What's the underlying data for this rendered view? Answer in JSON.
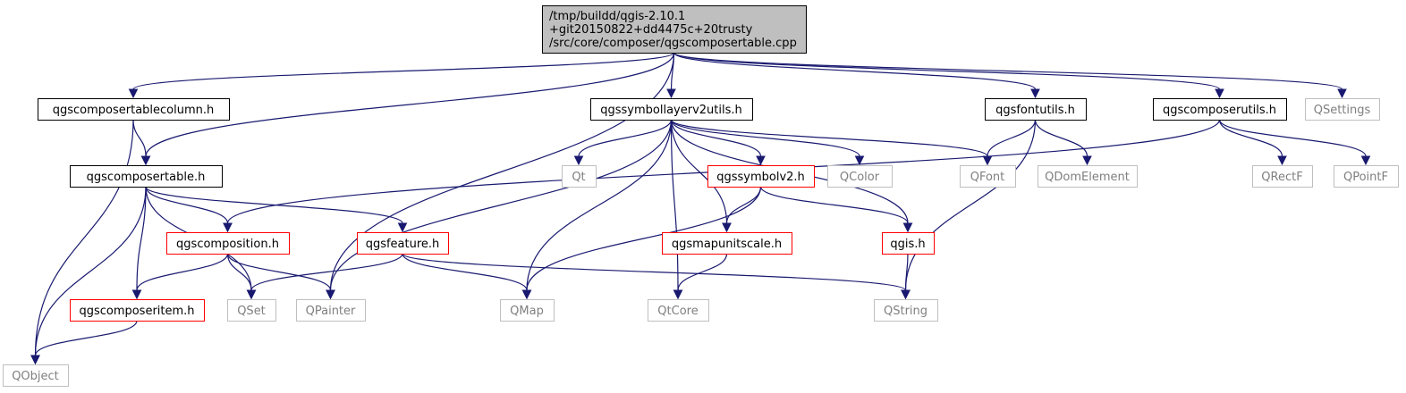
{
  "colors": {
    "edge": "#191970",
    "root_fill": "#bfbfbf",
    "root_border": "#000000",
    "doc_border": "#000000",
    "undoc_border": "#ff0000",
    "external_border": "#bfbfbf",
    "text": "#000000",
    "external_text": "#7f7f7f"
  },
  "nodes": [
    {
      "id": "root",
      "kind": "root",
      "lines": [
        "/tmp/buildd/qgis-2.10.1",
        "+git20150822+dd4475c+20trusty",
        "/src/core/composer/qgscomposertable.cpp"
      ]
    },
    {
      "id": "qgscomposertablecolumn_h",
      "kind": "doc",
      "label": "qgscomposertablecolumn.h"
    },
    {
      "id": "qgssymbollayerv2utils_h",
      "kind": "doc",
      "label": "qgssymbollayerv2utils.h"
    },
    {
      "id": "qgsfontutils_h",
      "kind": "doc",
      "label": "qgsfontutils.h"
    },
    {
      "id": "qgscomposerutils_h",
      "kind": "doc",
      "label": "qgscomposerutils.h"
    },
    {
      "id": "QSettings",
      "kind": "external",
      "label": "QSettings"
    },
    {
      "id": "qgscomposertable_h",
      "kind": "doc",
      "label": "qgscomposertable.h"
    },
    {
      "id": "Qt",
      "kind": "external",
      "label": "Qt"
    },
    {
      "id": "qgssymbolv2_h",
      "kind": "undoc",
      "label": "qgssymbolv2.h"
    },
    {
      "id": "QColor",
      "kind": "external",
      "label": "QColor"
    },
    {
      "id": "QFont",
      "kind": "external",
      "label": "QFont"
    },
    {
      "id": "QDomElement",
      "kind": "external",
      "label": "QDomElement"
    },
    {
      "id": "QRectF",
      "kind": "external",
      "label": "QRectF"
    },
    {
      "id": "QPointF",
      "kind": "external",
      "label": "QPointF"
    },
    {
      "id": "qgscomposition_h",
      "kind": "undoc",
      "label": "qgscomposition.h"
    },
    {
      "id": "qgsfeature_h",
      "kind": "undoc",
      "label": "qgsfeature.h"
    },
    {
      "id": "qgsmapunitscale_h",
      "kind": "undoc",
      "label": "qgsmapunitscale.h"
    },
    {
      "id": "qgis_h",
      "kind": "undoc",
      "label": "qgis.h"
    },
    {
      "id": "qgscomposeritem_h",
      "kind": "undoc",
      "label": "qgscomposeritem.h"
    },
    {
      "id": "QSet",
      "kind": "external",
      "label": "QSet"
    },
    {
      "id": "QPainter",
      "kind": "external",
      "label": "QPainter"
    },
    {
      "id": "QMap",
      "kind": "external",
      "label": "QMap"
    },
    {
      "id": "QtCore",
      "kind": "external",
      "label": "QtCore"
    },
    {
      "id": "QString",
      "kind": "external",
      "label": "QString"
    },
    {
      "id": "QObject",
      "kind": "external",
      "label": "QObject"
    }
  ],
  "edges": [
    [
      "root",
      "qgscomposertablecolumn_h"
    ],
    [
      "root",
      "qgscomposertable_h"
    ],
    [
      "root",
      "QPainter"
    ],
    [
      "root",
      "qgssymbollayerv2utils_h"
    ],
    [
      "root",
      "qgsfontutils_h"
    ],
    [
      "root",
      "qgscomposerutils_h"
    ],
    [
      "root",
      "QSettings"
    ],
    [
      "qgscomposertablecolumn_h",
      "qgscomposertable_h"
    ],
    [
      "qgscomposertablecolumn_h",
      "QObject"
    ],
    [
      "qgscomposertable_h",
      "qgscomposition_h"
    ],
    [
      "qgscomposertable_h",
      "qgsfeature_h"
    ],
    [
      "qgscomposertable_h",
      "qgscomposeritem_h"
    ],
    [
      "qgscomposertable_h",
      "QSet"
    ],
    [
      "qgscomposertable_h",
      "QObject"
    ],
    [
      "qgssymbollayerv2utils_h",
      "Qt"
    ],
    [
      "qgssymbollayerv2utils_h",
      "qgssymbolv2_h"
    ],
    [
      "qgssymbollayerv2utils_h",
      "QColor"
    ],
    [
      "qgssymbollayerv2utils_h",
      "QFont"
    ],
    [
      "qgssymbollayerv2utils_h",
      "qgis_h"
    ],
    [
      "qgssymbollayerv2utils_h",
      "qgsmapunitscale_h"
    ],
    [
      "qgssymbollayerv2utils_h",
      "QtCore"
    ],
    [
      "qgssymbollayerv2utils_h",
      "QMap"
    ],
    [
      "qgssymbollayerv2utils_h",
      "QPainter"
    ],
    [
      "qgsfontutils_h",
      "QFont"
    ],
    [
      "qgsfontutils_h",
      "QDomElement"
    ],
    [
      "qgsfontutils_h",
      "QString"
    ],
    [
      "qgscomposerutils_h",
      "QRectF"
    ],
    [
      "qgscomposerutils_h",
      "QPointF"
    ],
    [
      "qgscomposerutils_h",
      "qgscomposition_h"
    ],
    [
      "qgssymbolv2_h",
      "qgsmapunitscale_h"
    ],
    [
      "qgssymbolv2_h",
      "qgis_h"
    ],
    [
      "qgssymbolv2_h",
      "QMap"
    ],
    [
      "qgscomposition_h",
      "qgscomposeritem_h"
    ],
    [
      "qgscomposition_h",
      "QSet"
    ],
    [
      "qgscomposition_h",
      "QPainter"
    ],
    [
      "qgsfeature_h",
      "QSet"
    ],
    [
      "qgsfeature_h",
      "QMap"
    ],
    [
      "qgsfeature_h",
      "QString"
    ],
    [
      "qgsmapunitscale_h",
      "QtCore"
    ],
    [
      "qgis_h",
      "QString"
    ],
    [
      "qgscomposeritem_h",
      "QObject"
    ]
  ]
}
